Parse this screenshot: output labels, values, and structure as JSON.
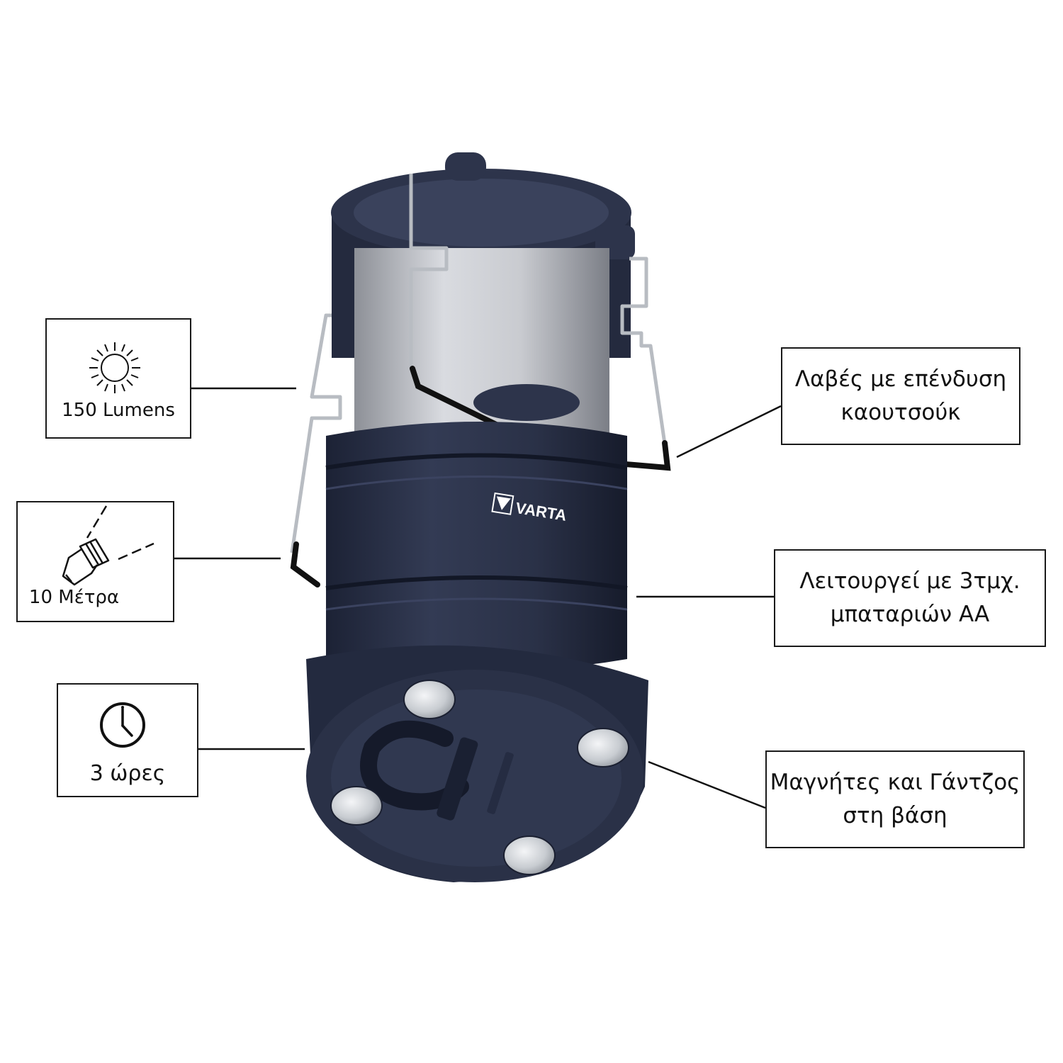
{
  "features": {
    "brightness": {
      "icon": "sun-icon",
      "label": "150 Lumens"
    },
    "range": {
      "icon": "flashlight-beam-icon",
      "label": "10 Μέτρα"
    },
    "runtime": {
      "icon": "clock-icon",
      "label": "3 ώρες"
    }
  },
  "callouts": {
    "handles": {
      "line1": "Λαβές με επένδυση",
      "line2": "καουτσούκ"
    },
    "batteries": {
      "line1": "Λειτουργεί με 3τμχ.",
      "line2": "μπαταριών AA"
    },
    "base": {
      "line1": "Μαγνήτες και Γάντζος",
      "line2": "στη βάση"
    }
  },
  "product": {
    "brand": "VARTA"
  },
  "colors": {
    "lantern_body": "#2a3147",
    "lantern_shade": "#1d2336",
    "diffuser": "#c9cbd0",
    "magnet": "#c8ccd1",
    "handle": "#b8bcc2",
    "grip": "#111111"
  }
}
